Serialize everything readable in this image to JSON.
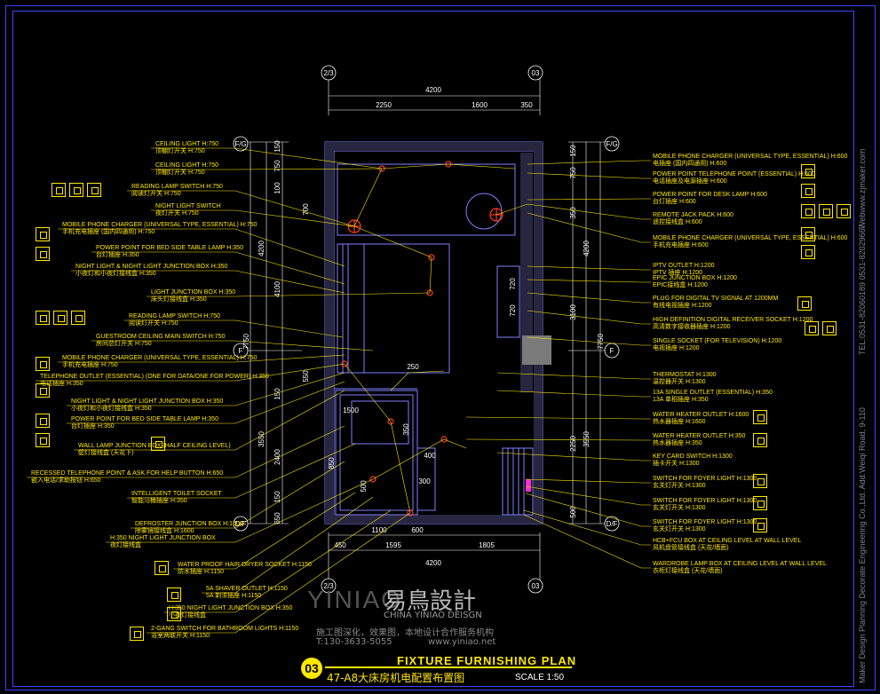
{
  "drawing": {
    "title_en": "FIXTURE FURNISHING PLAN",
    "title_cn": "47-A8大床房机电配置布置图",
    "sheet_no": "03",
    "scale": "SCALE 1:50"
  },
  "grid_axes": {
    "top_left": "2/3",
    "top_right": "03",
    "bottom_left": "2/3",
    "bottom_right": "03",
    "left_top": "F/G",
    "right_top": "F/G",
    "left_mid": "F",
    "right_mid": "F",
    "left_bottom": "D/F",
    "right_bottom": "D/F"
  },
  "dimensions": {
    "top_total": "4200",
    "top_parts": [
      "2250",
      "1600",
      "350"
    ],
    "bottom_total": "4200",
    "bottom_parts": [
      "450",
      "1595",
      "1805"
    ],
    "bottom_inner": [
      "1100",
      "600"
    ],
    "left_outer": [
      "4200",
      "3550"
    ],
    "left_total": "7750",
    "left_inner": [
      "150",
      "750",
      "100",
      "700",
      "4100",
      "550",
      "150",
      "2400",
      "150",
      "650"
    ],
    "right_outer": [
      "4200",
      "3550"
    ],
    "right_total": "7750",
    "right_inner": [
      "150",
      "750",
      "350",
      "3100",
      "720",
      "720",
      "2250",
      "500"
    ],
    "interior": [
      "250",
      "1500",
      "400",
      "350",
      "300",
      "500",
      "850"
    ]
  },
  "left_callouts": [
    {
      "en": "CEILING LIGHT H:750",
      "cn": "顶棚灯开关 H:750"
    },
    {
      "en": "CEILING LIGHT H:750",
      "cn": "顶棚灯开关 H:750"
    },
    {
      "en": "READING LAMP SWITCH H:750",
      "cn": "阅读灯开关 H:750"
    },
    {
      "en": "NIGHT LIGHT SWITCH",
      "cn": "夜灯开关 H:750"
    },
    {
      "en": "MOBILE PHONE CHARGER (UNIVERSAL TYPE, ESSENTIAL) H:750",
      "cn": "手机充电插座 (国内四通用) H:750"
    },
    {
      "en": "POWER POINT FOR BED SIDE TABLE LAMP H:350",
      "cn": "台灯插座 H:350"
    },
    {
      "en": "NIGHT LIGHT & NIGHT LIGHT JUNCTION BOX H:350",
      "cn": "小夜灯和小夜灯接线盒 H:350"
    },
    {
      "en": "LIGHT JUNCTION BOX H:350",
      "cn": "床头灯接线盒 H:350"
    },
    {
      "en": "READING LAMP SWITCH H:750",
      "cn": "阅读灯开关 H:750"
    },
    {
      "en": "GUESTROOM CEILING MAIN SWITCH H:750",
      "cn": "房间总灯开关 H:750"
    },
    {
      "en": "MOBILE PHONE CHARGER (UNIVERSAL TYPE, ESSENTIAL) H:750",
      "cn": "手机充电插座 H:750"
    },
    {
      "en": "TELEPHONE OUTLET (ESSENTIAL) (ONE FOR DATA/ONE FOR POWER) H:350",
      "cn": "电话插座 H:350"
    },
    {
      "en": "NIGHT LIGHT & NIGHT LIGHT JUNCTION BOX H:350",
      "cn": "小夜灯和小夜灯接线盒 H:350"
    },
    {
      "en": "POWER POINT FOR BED SIDE TABLE LAMP H:350",
      "cn": "台灯插座 H:350"
    },
    {
      "en": "WALL LAMP JUNCTION BOX (HALF CEILING LEVEL)",
      "cn": "壁灯接线盒 (天花下)"
    },
    {
      "en": "RECESSED TELEPHONE POINT & ASK FOR HELP BUTTON H:650",
      "cn": "嵌入电话/求助按钮 H:650"
    },
    {
      "en": "INTELLIGENT TOILET SOCKET",
      "cn": "智能马桶插座 H:350"
    },
    {
      "en": "DEFROSTER JUNCTION BOX H:1600",
      "cn": "除雾镜接线盒 H:1600"
    },
    {
      "en": "H:350 NIGHT LIGHT JUNCTION BOX",
      "cn": "夜灯接线盒"
    },
    {
      "en": "WATER PROOF HAIR DRYER SOCKET H:1150",
      "cn": "防水插座 H:1150"
    },
    {
      "en": "5A SHAVER OUTLET H:1150",
      "cn": "5A 剃须插座 H:1150"
    },
    {
      "en": "H:350 NIGHT LIGHT JUNCTION BOX H:350",
      "cn": "小夜灯接线盒"
    },
    {
      "en": "2-GANG SWITCH FOR BATHROOM LIGHTS H:1150",
      "cn": "浴室两联开关 H:1150"
    }
  ],
  "right_callouts": [
    {
      "en": "MOBILE PHONE CHARGER (UNIVERSAL TYPE, ESSENTIAL) H:600",
      "cn": "电插座 (国内四通用) H:600"
    },
    {
      "en": "POWER POINT TELEPHONE POINT (ESSENTIAL) H:600",
      "cn": "电话插座及电源插座 H:600"
    },
    {
      "en": "POWER POINT FOR DESK LAMP H:600",
      "cn": "台灯插座 H:600"
    },
    {
      "en": "REMOTE JACK PACK H:600",
      "cn": "遥控接线盒 H:600"
    },
    {
      "en": "MOBILE PHONE CHARGER (UNIVERSAL TYPE, ESSENTIAL) H:600",
      "cn": "手机充电插座 H:600"
    },
    {
      "en": "IPTV OUTLET H:1200",
      "cn": "IPTV 插座 H:1200"
    },
    {
      "en": "EPIC JUNCTION BOX H:1200",
      "cn": "EPIC接线盒 H:1200"
    },
    {
      "en": "PLUG FOR DIGITAL TV SIGNAL AT 1200MM",
      "cn": "有线电视插座 H:1200"
    },
    {
      "en": "HIGH DEFINITION DIGITAL RECEIVER SOCKET H:1200",
      "cn": "高清数字接收器插座 H:1200"
    },
    {
      "en": "SINGLE SOCKET (FOR TELEVISION) H:1200",
      "cn": "电视插座 H:1200"
    },
    {
      "en": "THERMOSTAT H:1300",
      "cn": "温控器开关 H:1300"
    },
    {
      "en": "13A SINGLE OUTLET (ESSENTIAL) H:350",
      "cn": "13A 单相插座 H:350"
    },
    {
      "en": "WATER HEATER OUTLET H:1600",
      "cn": "热水器插座 H:1600"
    },
    {
      "en": "WATER HEATER OUTLET H:350",
      "cn": "热水器插座 H:350"
    },
    {
      "en": "KEY CARD SWITCH H:1300",
      "cn": "插卡开关 H:1300"
    },
    {
      "en": "SWITCH FOR FOYER LIGHT H:1300",
      "cn": "玄关灯开关 H:1300"
    },
    {
      "en": "SWITCH FOR FOYER LIGHT H:1300",
      "cn": "玄关灯开关 H:1300"
    },
    {
      "en": "SWITCH FOR FOYER LIGHT H:1300",
      "cn": "玄关灯开关 H:1300"
    },
    {
      "en": "HCB+FCU BOX AT CEILING LEVEL AT WALL LEVEL",
      "cn": "风机盘管接线盒 (天花/墙面)"
    },
    {
      "en": "WARDROBE LAMP BOX AT CEILING LEVEL AT WALL LEVEL",
      "cn": "衣柜灯接线盒 (天花/墙面)"
    }
  ],
  "watermark": {
    "cn": "易鳥設計",
    "en": "CHINA YINIAO DEISGN",
    "brand_logo": "YINIAO",
    "tagline": "施工图深化，效果图，本地设计合作服务机构",
    "tel": "T:130-3633-5055",
    "web": "www.yiniao.net"
  },
  "side_text": {
    "web": "Webwww.zjmaker.com",
    "tel": "TEL:0531-82060189 0531-82029667",
    "company": "Maker Design Planning Decorate Engineering Co.,Ltd. Add:Weiqi Road, 9-110"
  },
  "colors": {
    "background": "#000000",
    "frame": "#3c46ff",
    "annotation": "#ffe800",
    "wall": "#8080ff",
    "dimension": "#ffffff",
    "fixture": "#ff3b1f",
    "equipment": "#7a7a7a"
  }
}
